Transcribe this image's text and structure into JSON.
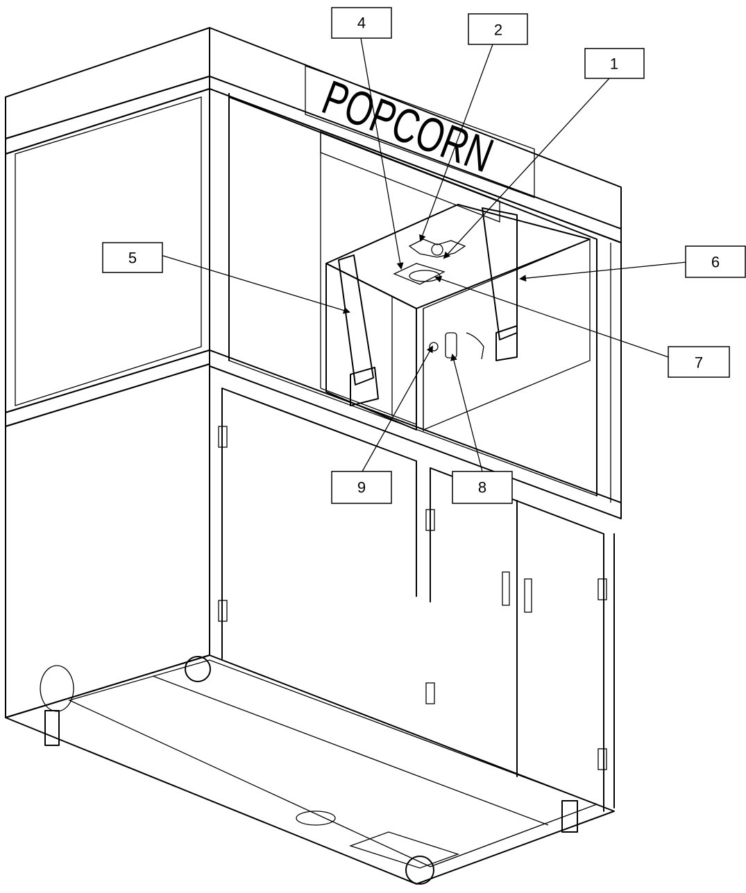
{
  "diagram": {
    "sign_text": "POPCORN",
    "callouts": [
      {
        "id": "c1",
        "label": "1"
      },
      {
        "id": "c2",
        "label": "2"
      },
      {
        "id": "c4",
        "label": "4"
      },
      {
        "id": "c5",
        "label": "5"
      },
      {
        "id": "c6",
        "label": "6"
      },
      {
        "id": "c7",
        "label": "7"
      },
      {
        "id": "c8",
        "label": "8"
      },
      {
        "id": "c9",
        "label": "9"
      }
    ]
  }
}
